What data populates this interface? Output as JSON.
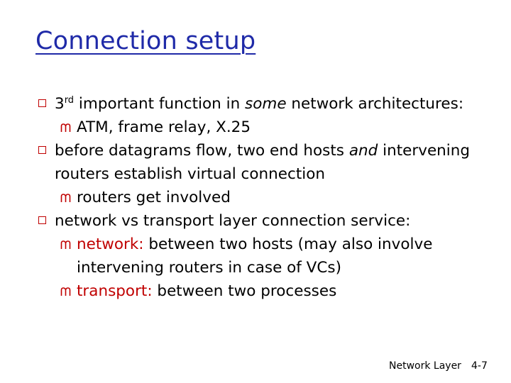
{
  "slide": {
    "title": "Connection setup",
    "bullet1": {
      "num": "3",
      "sup": "rd",
      "rest1": " important function in ",
      "em": "some",
      "rest2": " network architectures:"
    },
    "sub1": "ATM, frame relay, X.25",
    "bullet2": {
      "part1": "before datagrams flow, two end hosts ",
      "em": "and",
      "part2": " intervening",
      "line2": "routers establish virtual connection"
    },
    "sub2": "routers get involved",
    "bullet3": "network vs transport layer connection service:",
    "sub3": {
      "label": "network:",
      "text": " between two hosts (may also involve",
      "line2": "intervening routers in case of VCs)"
    },
    "sub4": {
      "label": "transport:",
      "text": " between two processes"
    },
    "footer": {
      "left": "Network Layer",
      "right": "4-7"
    }
  },
  "colors": {
    "title": "#1f2aa8",
    "bullet": "#c00000",
    "highlight": "#c00000",
    "background": "#ffffff"
  }
}
